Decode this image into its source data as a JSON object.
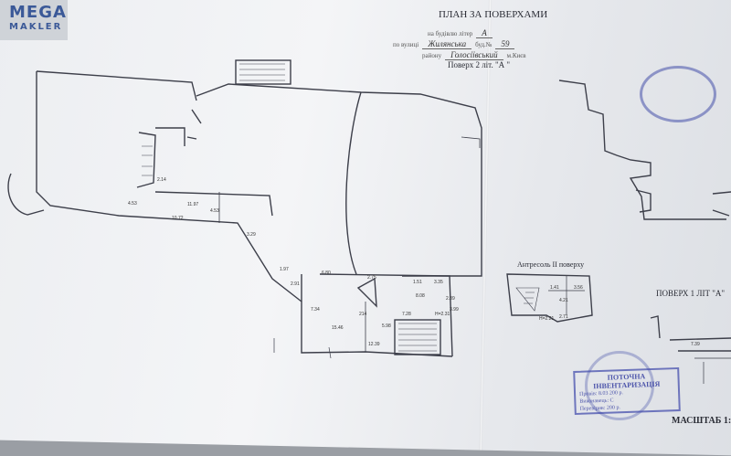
{
  "watermark": {
    "line1": "MEGA",
    "line2": "MAKLER"
  },
  "header": {
    "title": "ПЛАН ЗА ПОВЕРХАМИ",
    "building_label": "на будівлю літер",
    "building_value": "A",
    "street_label": "по вулиці",
    "street_value": "Жилянська",
    "house_label": "буд.№",
    "house_value": "59",
    "district_label": "району",
    "district_value": "Голосіївський",
    "city": "м.Києв",
    "floor_label": "Поверх 2 літ. \"А \""
  },
  "sections": {
    "antresol": "Антресоль II поверху",
    "floor1": "ПОВЕРХ 1 ЛІТ \"А\"",
    "scale": "МАСШТАБ 1:"
  },
  "dimensions": [
    "11.97",
    "4.53",
    "10.72",
    "3.29",
    "4.53",
    "1.97",
    "6.80",
    "2.75",
    "1.51",
    "3.35",
    "7.28",
    "7.34",
    "2.91",
    "2.89",
    "15.46",
    "12.39",
    "5.98",
    "3.99",
    "8.08",
    "2.14"
  ],
  "room_labels": [
    "214",
    "H=2.31",
    "H=2.21",
    "7.39",
    "3.56",
    "1.41",
    "4.21",
    "2.71"
  ],
  "stamp": {
    "title": "ПОТОЧНА ІНВЕНТАРИЗАЦІЯ",
    "row1": "Провів: 8.03 200 р.",
    "row2": "Виконавець: С",
    "row3": "Перевірив: 200 р."
  }
}
